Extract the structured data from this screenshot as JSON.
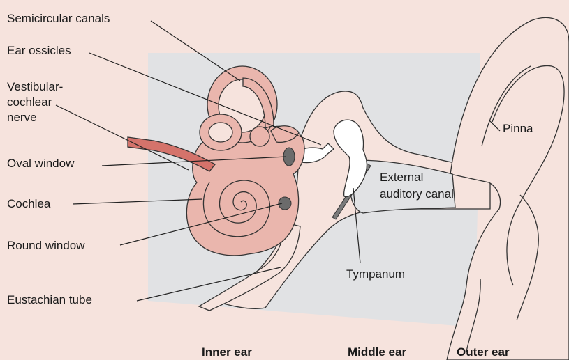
{
  "labels": {
    "semicircular_canals": "Semicircular canals",
    "ear_ossicles": "Ear ossicles",
    "vestibular_line1": "Vestibular-",
    "vestibular_line2": "cochlear",
    "vestibular_line3": "nerve",
    "oval_window": "Oval window",
    "cochlea": "Cochlea",
    "round_window": "Round window",
    "eustachian_tube": "Eustachian tube",
    "pinna": "Pinna",
    "external_line1": "External",
    "external_line2": "auditory canal",
    "tympanum": "Tympanum"
  },
  "regions": {
    "inner_ear": "Inner ear",
    "middle_ear": "Middle ear",
    "outer_ear": "Outer ear"
  },
  "colors": {
    "background": "#f6e3dd",
    "head_interior": "#e1e2e4",
    "tissue": "#f6e3dd",
    "inner_ear_fill": "#eab6ad",
    "nerve": "#d4736b",
    "ossicles": "#ffffff",
    "window_dark": "#6b6b6b",
    "tympanum": "#7a7a7a"
  }
}
